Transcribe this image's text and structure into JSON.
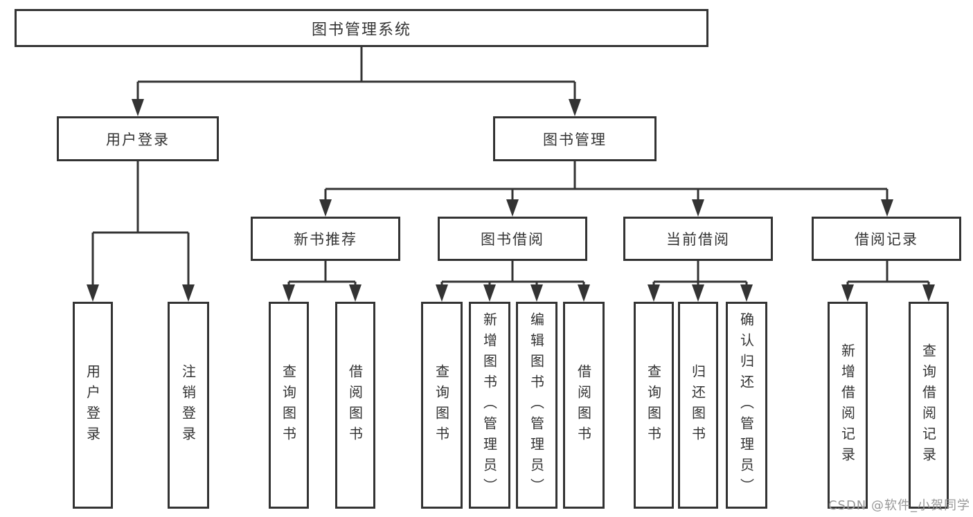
{
  "tree": {
    "root": "图书管理系统",
    "branches": [
      {
        "label": "用户登录",
        "children": [
          "用户登录",
          "注销登录"
        ]
      },
      {
        "label": "图书管理",
        "sections": [
          {
            "label": "新书推荐",
            "children": [
              "查询图书",
              "借阅图书"
            ]
          },
          {
            "label": "图书借阅",
            "children": [
              "查询图书",
              "新增图书（管理员）",
              "编辑图书（管理员）",
              "借阅图书"
            ]
          },
          {
            "label": "当前借阅",
            "children": [
              "查询图书",
              "归还图书",
              "确认归还（管理员）"
            ]
          },
          {
            "label": "借阅记录",
            "children": [
              "新增借阅记录",
              "查询借阅记录"
            ]
          }
        ]
      }
    ]
  },
  "watermark": {
    "text": "CSDN @软件_小贺同学"
  },
  "colors": {
    "line": "#333333",
    "box_border": "#333333",
    "text": "#333333",
    "watermark_text": "#979797",
    "background": "#ffffff"
  }
}
